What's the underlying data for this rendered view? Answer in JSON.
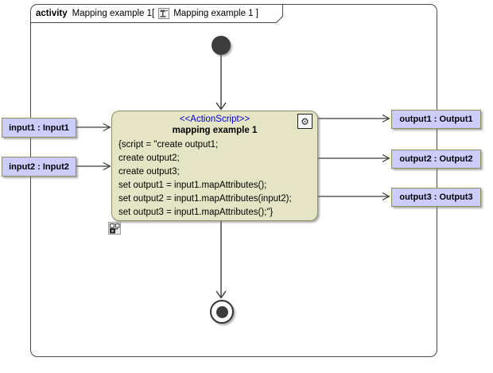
{
  "frame": {
    "keyword": "activity",
    "title_pre": "Mapping example 1[",
    "title_post": "Mapping example 1 ]"
  },
  "node": {
    "stereotype": "<<ActionScript>>",
    "name": "mapping example 1",
    "script_lines": [
      "{script = \"create output1;",
      "create output2;",
      "create output3;",
      "set output1 = input1.mapAttributes();",
      "set output2 = input1.mapAttributes(input2);",
      "set output3 = input1.mapAttributes();\"}"
    ]
  },
  "pins": {
    "inputs": [
      {
        "label": "input1 : Input1"
      },
      {
        "label": "input2 : Input2"
      }
    ],
    "outputs": [
      {
        "label": "output1 : Output1"
      },
      {
        "label": "output2 : Output2"
      },
      {
        "label": "output3 : Output3"
      }
    ]
  },
  "icons": {
    "frame_title_icon": "activity-diagram-icon",
    "node_badge": "gear-icon",
    "node_decoration": "rake-icon",
    "gear_glyph": "⚙"
  },
  "colors": {
    "node_fill": "#e5e5c5",
    "pin_fill": "#ccccff",
    "olive_border": "#8f8f64",
    "stereotype_text": "#0000cc",
    "flow_line": "#3a3a3a",
    "frame_border": "#4a4a4a"
  }
}
